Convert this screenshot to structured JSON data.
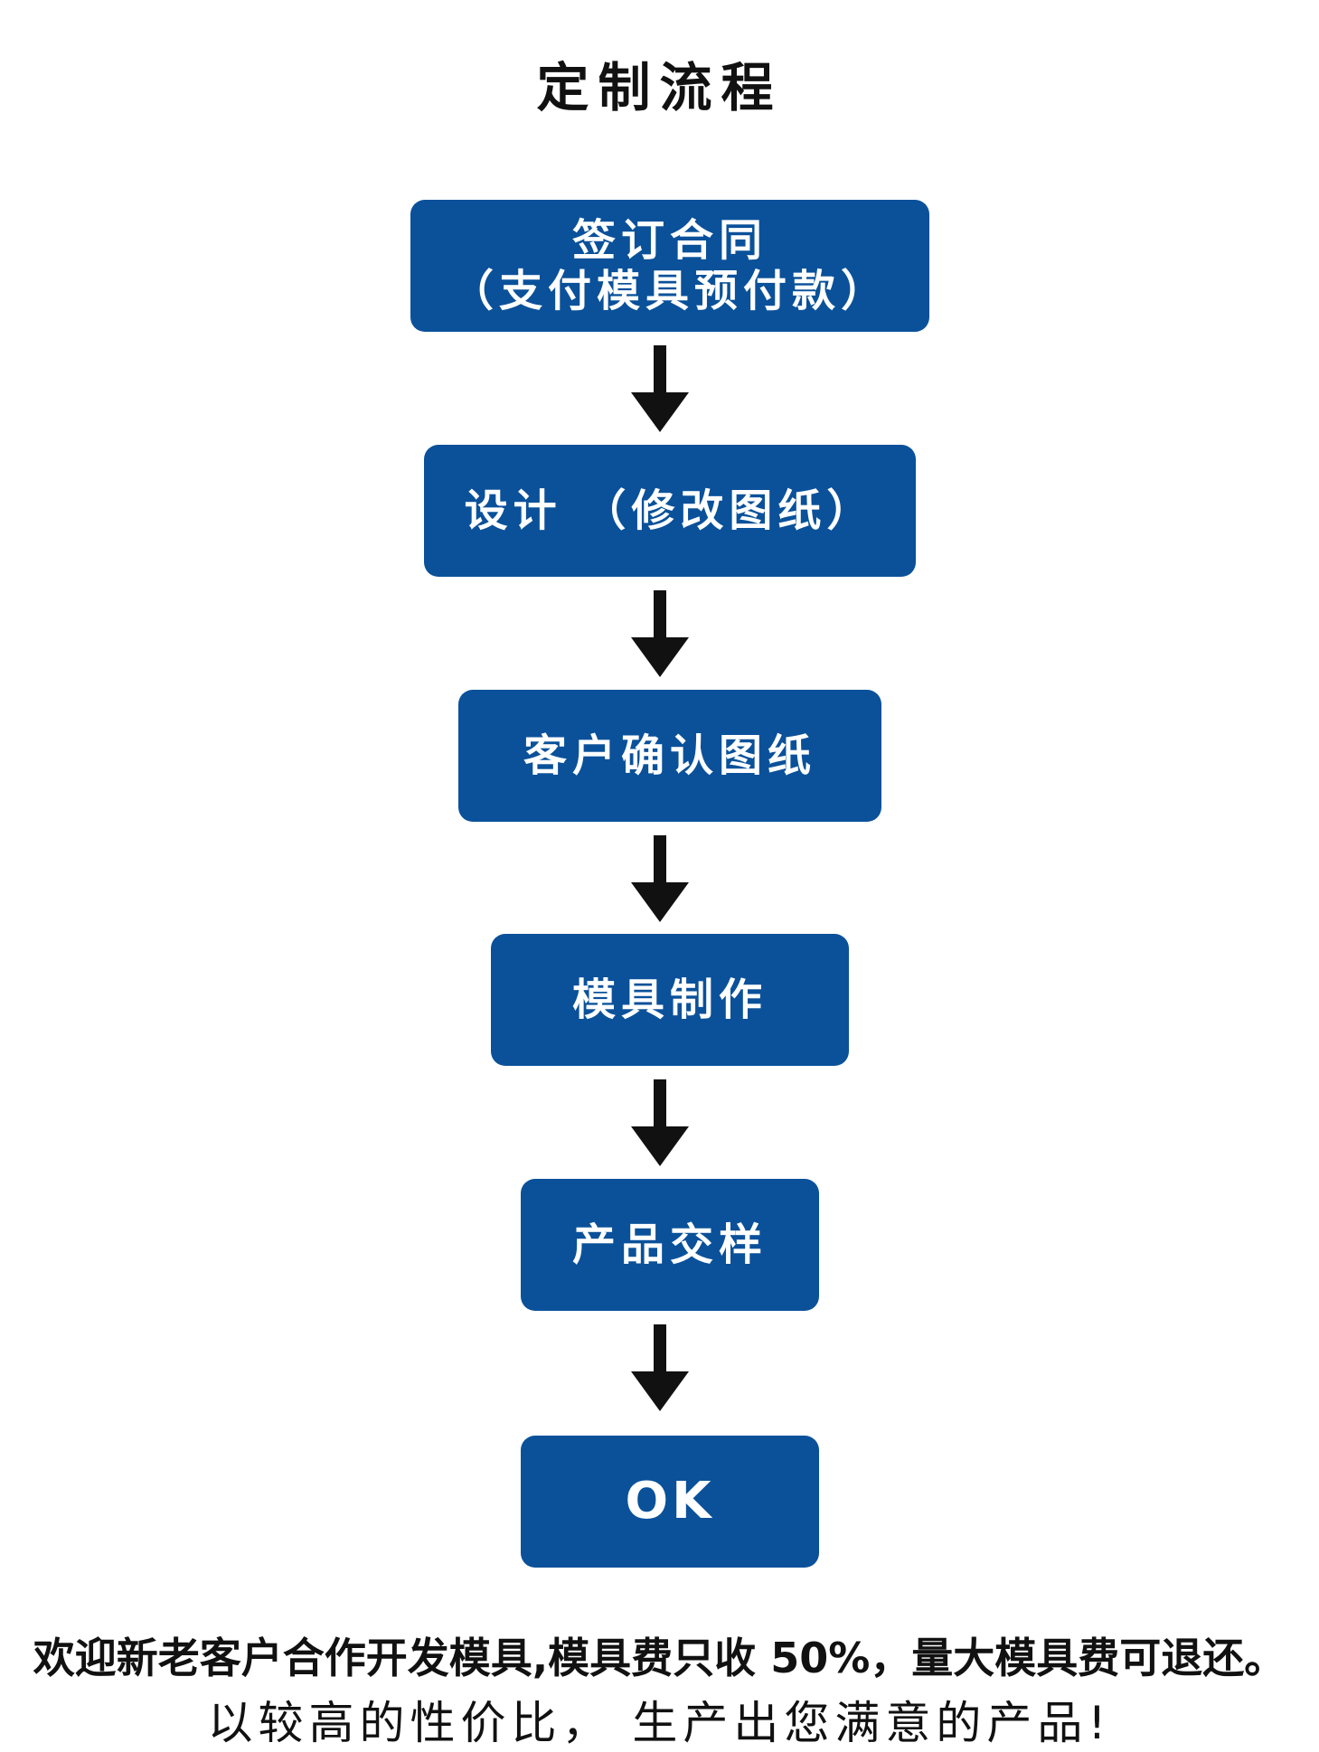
{
  "title": "定制流程",
  "steps": [
    {
      "line1": "签订合同",
      "line2": "（支付模具预付款）"
    },
    {
      "line1": "设计 （修改图纸）"
    },
    {
      "line1": "客户确认图纸"
    },
    {
      "line1": "模具制作"
    },
    {
      "line1": "产品交样"
    },
    {
      "line1": "OK"
    }
  ],
  "footer": {
    "line1": "欢迎新老客户合作开发模具,模具费只收 50%，量大模具费可退还。",
    "line2": "以较高的性价比， 生产出您满意的产品!"
  },
  "colors": {
    "box": "#0a519a",
    "box_text": "#ffffff",
    "arrow": "#111111"
  }
}
